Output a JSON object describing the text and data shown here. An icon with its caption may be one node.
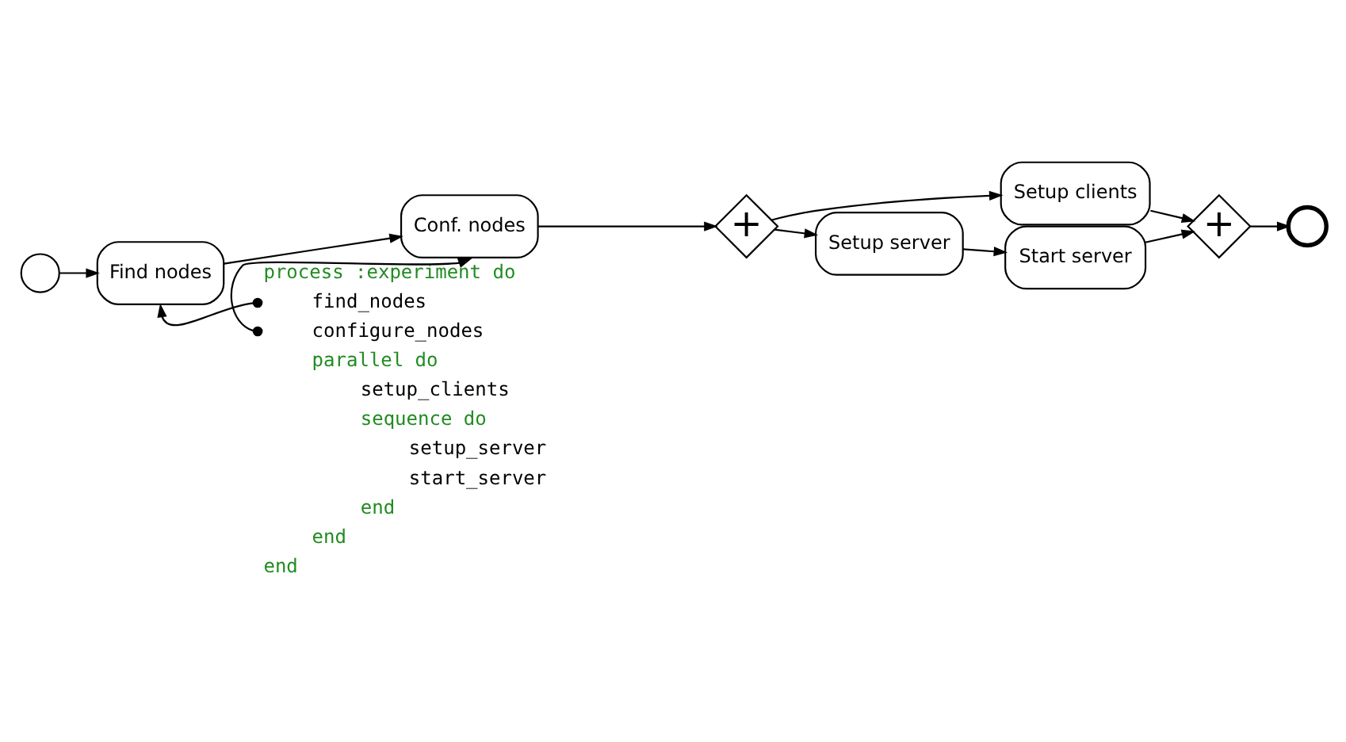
{
  "diagram": {
    "nodes": [
      {
        "text": [],
        "shape": "circle"
      },
      {
        "text": [
          "Find nodes"
        ]
      },
      {
        "text": [
          "Conf. nodes"
        ]
      },
      {
        "text": [
          "+"
        ]
      },
      {
        "text": [
          "Setup clients"
        ]
      },
      {
        "text": [
          "Setup server"
        ]
      },
      {
        "text": [
          "Start server"
        ]
      },
      {
        "text": [
          "+"
        ]
      },
      {
        "text": [],
        "shape": "circle"
      },
      {
        "text": [
          "find_nodes"
        ]
      },
      {
        "text": [
          "configure_nodes"
        ]
      }
    ],
    "edges": [
      {
        "from": 0,
        "to": 1,
        "arrow": "to"
      },
      {
        "from": 1,
        "to": 2,
        "arrow": "to"
      },
      {
        "from": 2,
        "to": 3,
        "arrow": "to"
      },
      {
        "from": 3,
        "to": 4,
        "arrow": "to"
      },
      {
        "from": 3,
        "to": 5,
        "arrow": "to"
      },
      {
        "from": 5,
        "to": 6,
        "arrow": "to"
      },
      {
        "from": 4,
        "to": 7,
        "arrow": "to"
      },
      {
        "from": 6,
        "to": 7,
        "arrow": "to"
      },
      {
        "from": 7,
        "to": 8,
        "arrow": "to"
      },
      {
        "from": 9,
        "to": 1,
        "arrow": "to"
      },
      {
        "from": 10,
        "to": 2,
        "arrow": "to"
      }
    ],
    "labels": [
      "process :experiment do",
      "parallel do",
      "setup_clients",
      "sequence do",
      "setup_server",
      "start_server",
      "end",
      "end",
      "end"
    ]
  }
}
